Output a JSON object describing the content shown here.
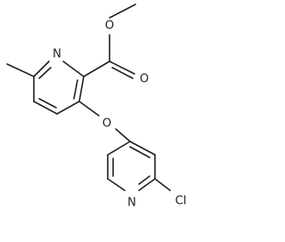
{
  "molecule": {
    "atoms": [
      {
        "id": "n_top",
        "element": "N",
        "label": "N"
      },
      {
        "id": "o_carbonyl",
        "element": "O",
        "label": "O"
      },
      {
        "id": "o_ester",
        "element": "O",
        "label": "O"
      },
      {
        "id": "o_ether",
        "element": "O",
        "label": "O"
      },
      {
        "id": "n_bottom",
        "element": "N",
        "label": "N"
      },
      {
        "id": "cl",
        "element": "Cl",
        "label": "Cl"
      }
    ]
  }
}
